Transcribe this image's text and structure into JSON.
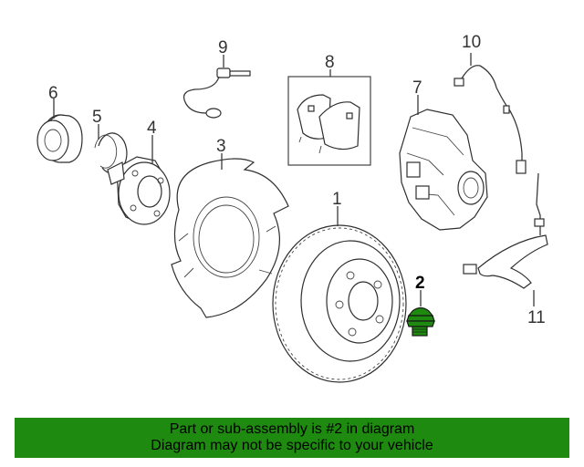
{
  "callouts": {
    "c1": "1",
    "c2": "2",
    "c3": "3",
    "c4": "4",
    "c5": "5",
    "c6": "6",
    "c7": "7",
    "c8": "8",
    "c9": "9",
    "c10": "10",
    "c11": "11"
  },
  "highlight_color": "#1e8a10",
  "banner": {
    "line1": "Part or sub-assembly is #2 in diagram",
    "line2": "Diagram may not be specific to your vehicle"
  }
}
